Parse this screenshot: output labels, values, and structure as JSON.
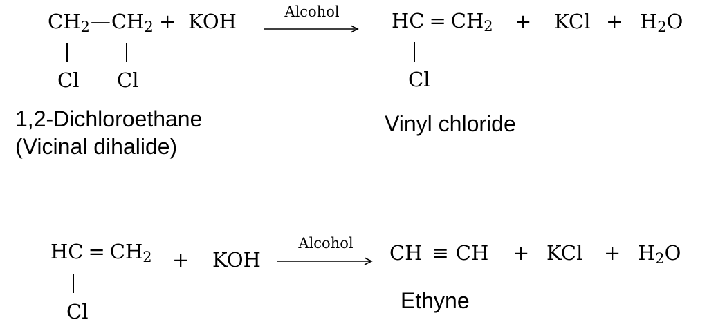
{
  "reaction1": {
    "reactant_c1": "CH",
    "reactant_c1_sub": "2",
    "reactant_bond": "—",
    "reactant_c2": "CH",
    "reactant_c2_sub": "2",
    "reactant_sub1": "Cl",
    "reactant_sub2": "Cl",
    "plus1": "+",
    "reagent": "KOH",
    "condition": "Alcohol",
    "product_c1": "HC",
    "product_double_bond": "=",
    "product_c2": "CH",
    "product_c2_sub": "2",
    "product_sub": "Cl",
    "plus2": "+",
    "byproduct1": "KCl",
    "plus3": "+",
    "byproduct2_h": "H",
    "byproduct2_sub": "2",
    "byproduct2_o": "O",
    "reactant_name_line1": "1,2-Dichloroethane",
    "reactant_name_line2": "(Vicinal dihalide)",
    "product_name": "Vinyl chloride"
  },
  "reaction2": {
    "reactant_c1": "HC",
    "reactant_double_bond": "=",
    "reactant_c2": "CH",
    "reactant_c2_sub": "2",
    "reactant_sub": "Cl",
    "plus1": "+",
    "reagent": "KOH",
    "condition": "Alcohol",
    "product_c1": "CH",
    "product_triple_bond": "≡",
    "product_c2": "CH",
    "plus2": "+",
    "byproduct1": "KCl",
    "plus3": "+",
    "byproduct2_h": "H",
    "byproduct2_sub": "2",
    "byproduct2_o": "O",
    "product_name": "Ethyne"
  }
}
